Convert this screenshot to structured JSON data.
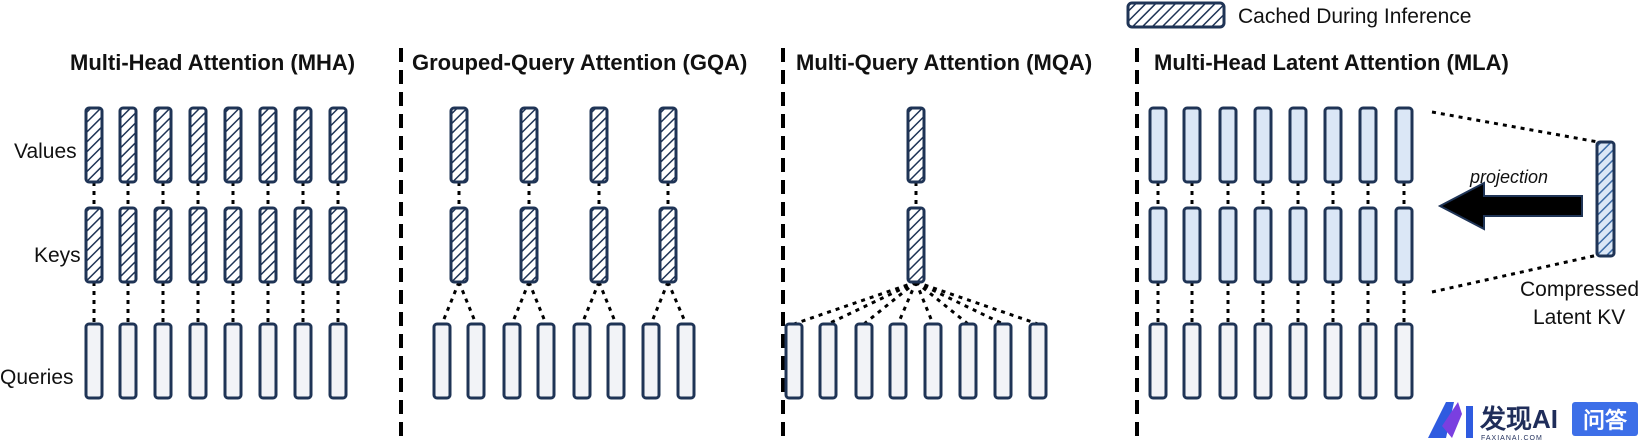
{
  "legend": {
    "label": "Cached During Inference"
  },
  "row_labels": {
    "values": "Values",
    "keys": "Keys",
    "queries": "Queries"
  },
  "panels": [
    {
      "id": "mha",
      "title": "Multi-Head Attention (MHA)",
      "key_heads": 8,
      "query_heads": 8,
      "cached_kv": true
    },
    {
      "id": "gqa",
      "title": "Grouped-Query Attention (GQA)",
      "key_heads": 4,
      "query_heads": 8,
      "cached_kv": true
    },
    {
      "id": "mqa",
      "title": "Multi-Query Attention (MQA)",
      "key_heads": 1,
      "query_heads": 8,
      "cached_kv": true
    },
    {
      "id": "mla",
      "title": "Multi-Head Latent Attention (MLA)",
      "key_heads": 8,
      "query_heads": 8,
      "cached_kv": false
    }
  ],
  "mla": {
    "projection_label": "projection",
    "latent_label_line1": "Compressed",
    "latent_label_line2": "Latent KV"
  },
  "watermark": {
    "brand": "发现AI",
    "site": "FAXIANAI.COM",
    "badge": "问答"
  },
  "colors": {
    "outline": "#1f3456",
    "query_fill": "#f2f3f7",
    "latent_fill": "#dbe7f6",
    "hatch_line": "#1f3456",
    "latent_hatch": "#3f6ea8"
  }
}
